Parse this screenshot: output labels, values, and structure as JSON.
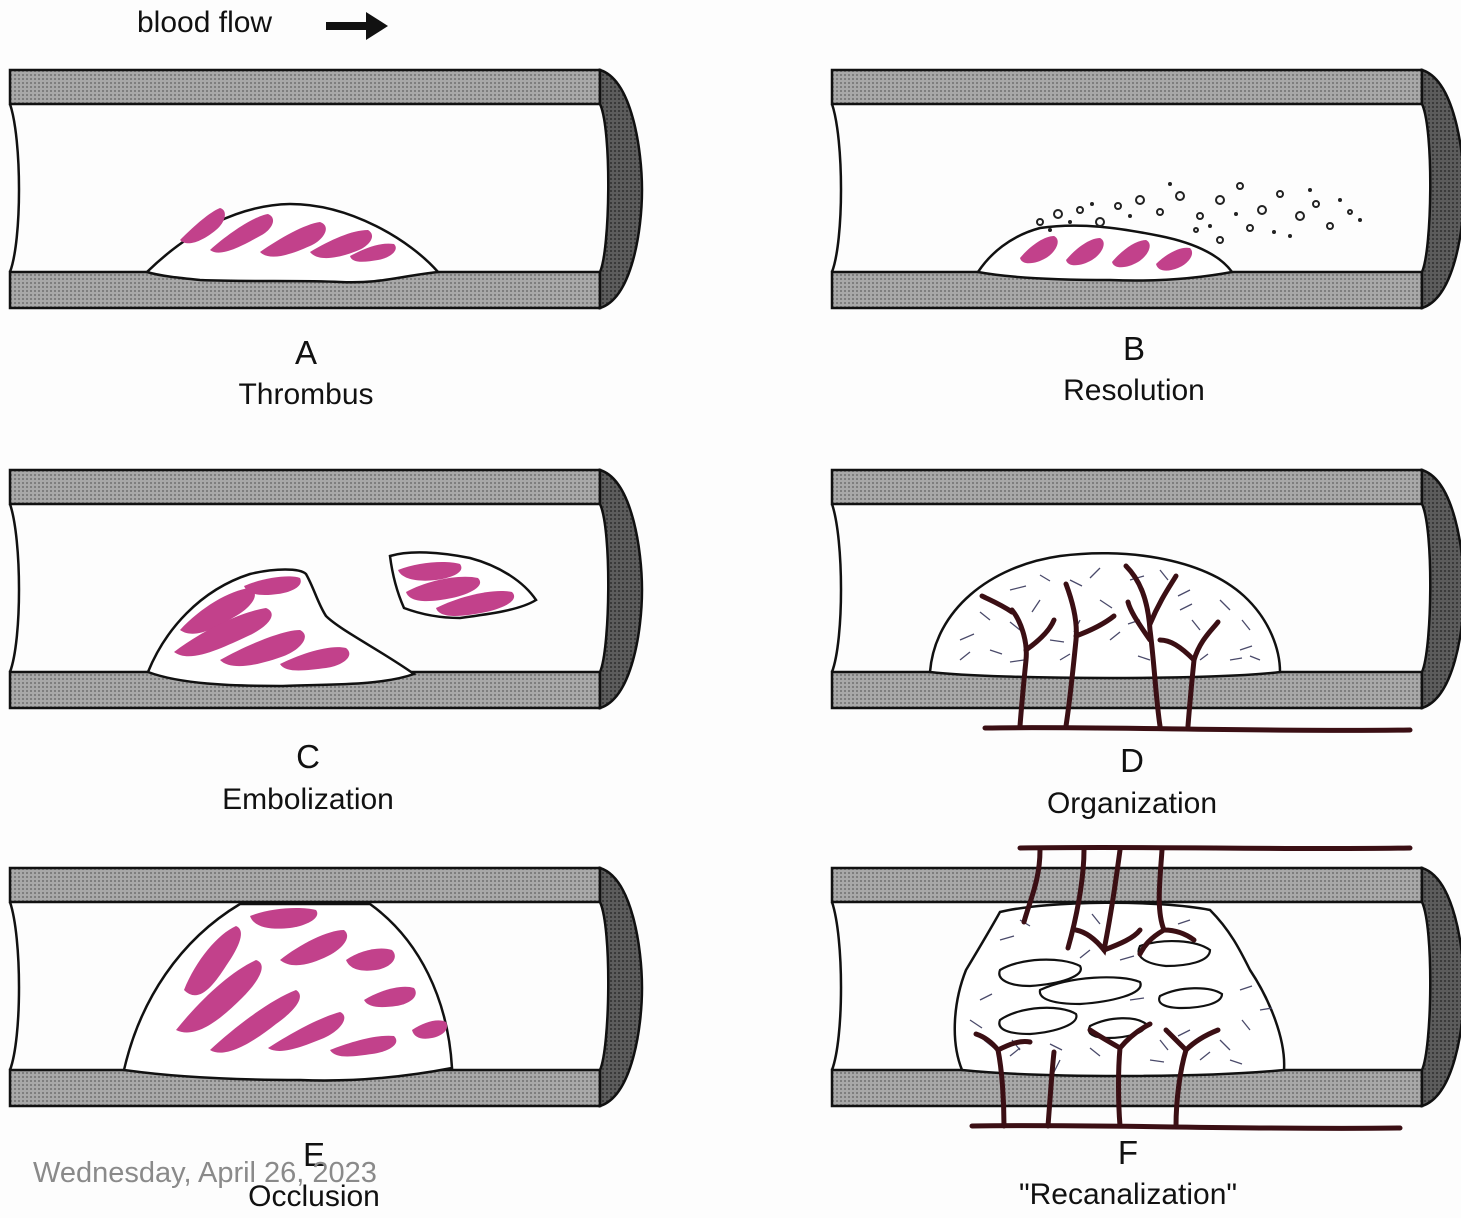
{
  "header": {
    "flow_label": "blood flow"
  },
  "colors": {
    "wall_fill": "#9c9c9c",
    "wall_end": "#5a5a5a",
    "thrombus_stripe": "#c2418b",
    "vessel_dark": "#3b0f14",
    "lumen": "#ffffff"
  },
  "panels": [
    {
      "id": "A",
      "letter": "A",
      "name": "Thrombus"
    },
    {
      "id": "B",
      "letter": "B",
      "name": "Resolution"
    },
    {
      "id": "C",
      "letter": "C",
      "name": "Embolization"
    },
    {
      "id": "D",
      "letter": "D",
      "name": "Organization"
    },
    {
      "id": "E",
      "letter": "E",
      "name": "Occlusion"
    },
    {
      "id": "F",
      "letter": "F",
      "name": "\"Recanalization\""
    }
  ],
  "footer": {
    "date": "Wednesday, April 26, 2023"
  }
}
